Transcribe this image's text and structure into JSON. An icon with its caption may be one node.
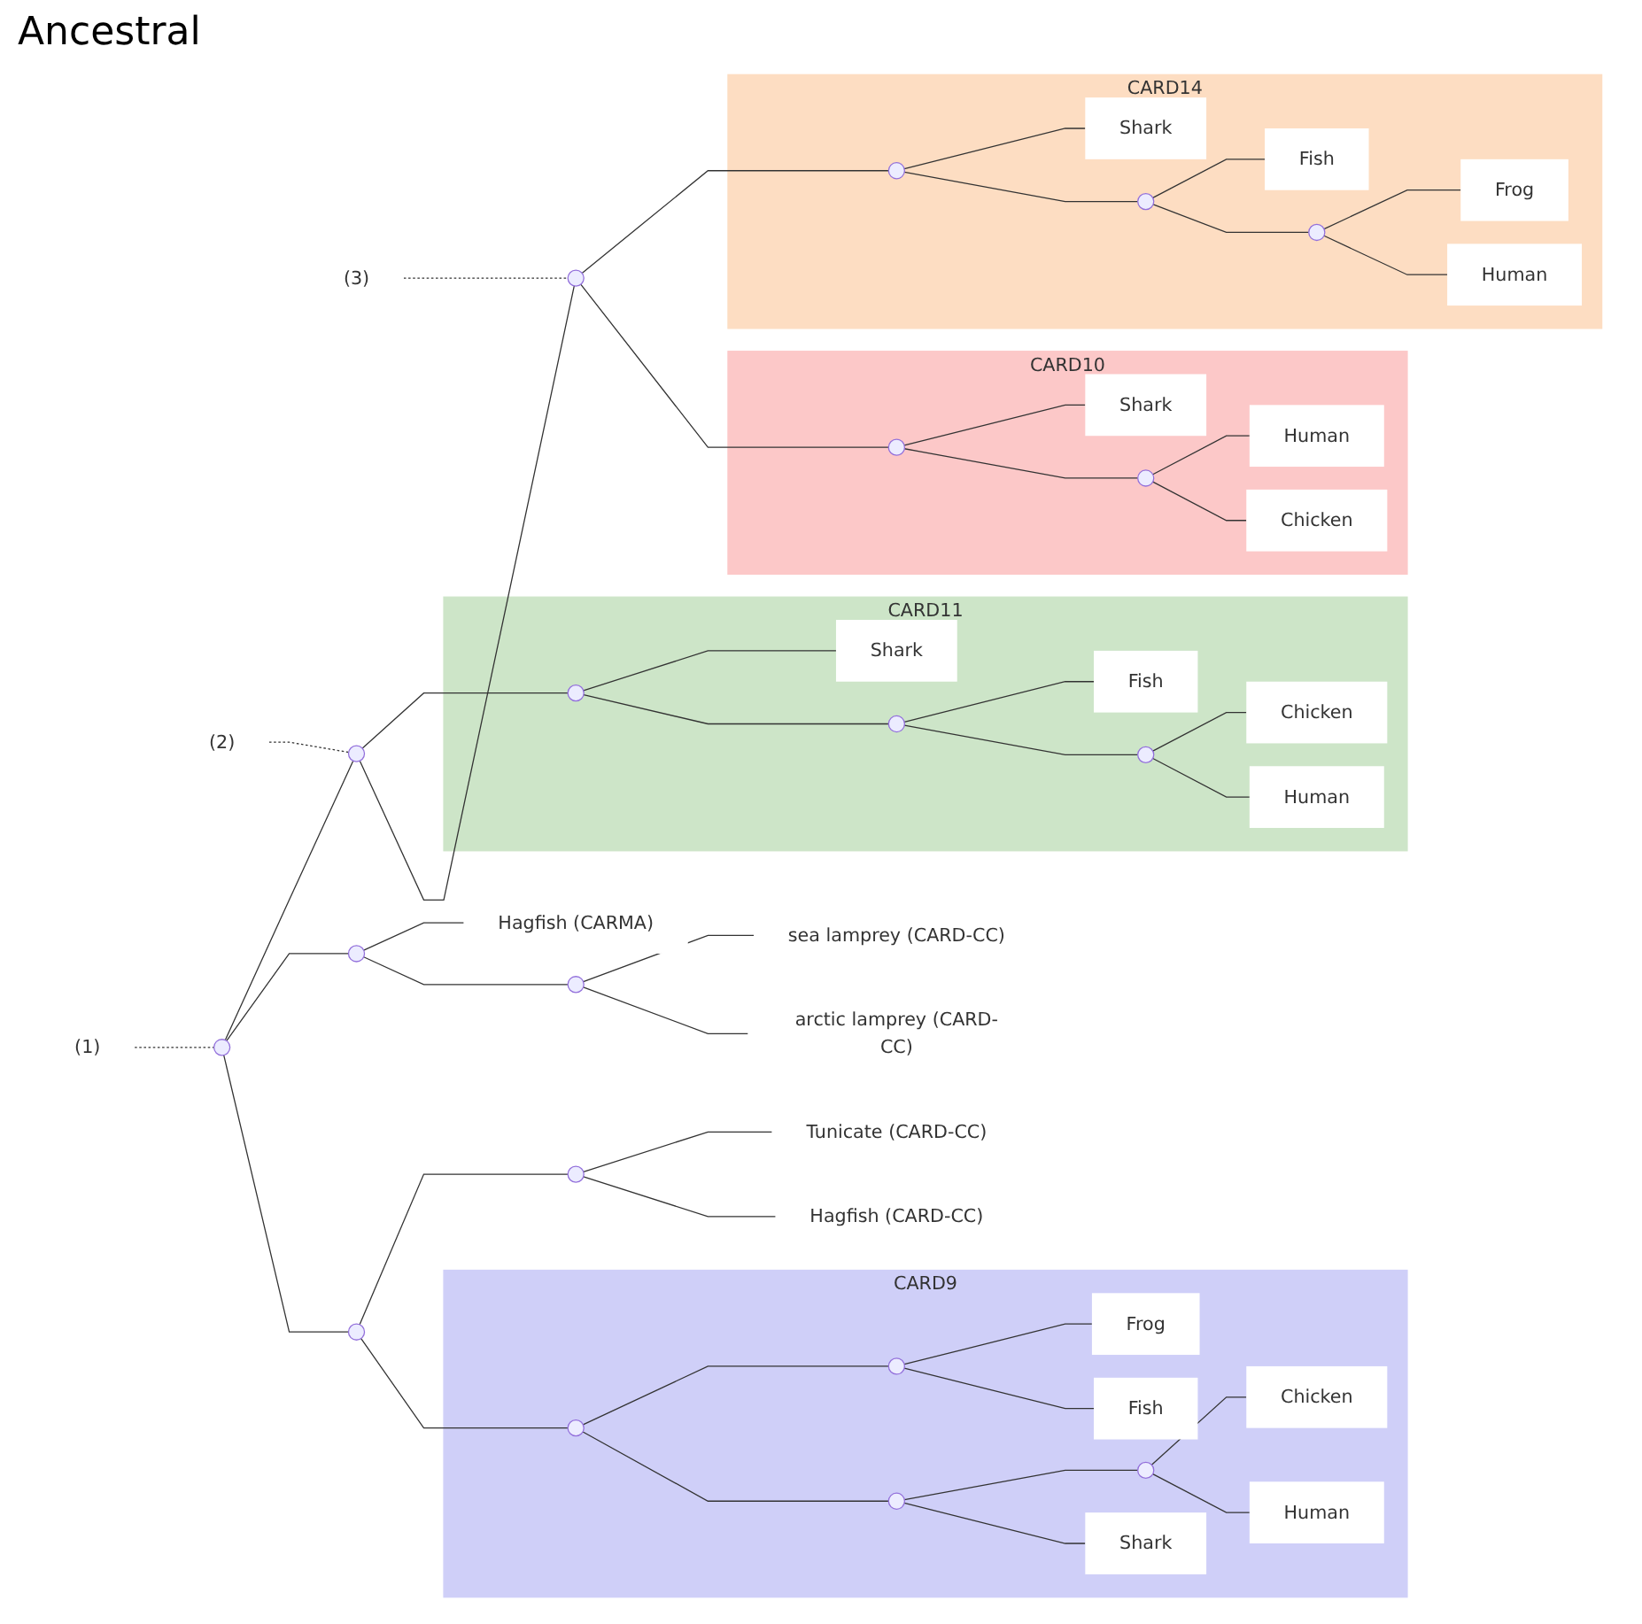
{
  "diagram": {
    "nodes": [
      {
        "text": [
          "CARD10"
        ]
      },
      {
        "text": [],
        "shape": "circle",
        "in": 0
      },
      {
        "text": [],
        "shape": "circle",
        "in": 0
      },
      {
        "text": [
          "Shark"
        ],
        "in": 0
      },
      {
        "text": [
          "Chicken"
        ],
        "in": 0
      },
      {
        "text": [
          "Human"
        ],
        "in": 0
      },
      {
        "text": [
          "CARD14"
        ]
      },
      {
        "text": [],
        "shape": "circle",
        "in": 6
      },
      {
        "text": [],
        "shape": "circle",
        "in": 6
      },
      {
        "text": [],
        "shape": "circle",
        "in": 6
      },
      {
        "text": [
          "Human"
        ],
        "in": 6
      },
      {
        "text": [
          "Frog"
        ],
        "in": 6
      },
      {
        "text": [
          "Fish"
        ],
        "in": 6
      },
      {
        "text": [
          "Shark"
        ],
        "in": 6
      },
      {
        "text": [
          "CARD9"
        ]
      },
      {
        "text": [],
        "shape": "circle",
        "in": 14
      },
      {
        "text": [],
        "shape": "circle",
        "in": 14
      },
      {
        "text": [],
        "shape": "circle",
        "in": 14
      },
      {
        "text": [
          "Fish"
        ],
        "in": 14
      },
      {
        "text": [
          "Frog"
        ],
        "in": 14
      },
      {
        "text": [],
        "shape": "circle",
        "in": 14
      },
      {
        "text": [
          "Human"
        ],
        "in": 14
      },
      {
        "text": [
          "Chicken"
        ],
        "in": 14
      },
      {
        "text": [
          "Shark"
        ],
        "in": 14
      },
      {
        "text": [],
        "shape": "circle"
      },
      {
        "text": [
          "(3)"
        ]
      },
      {
        "text": [],
        "shape": "circle"
      },
      {
        "text": [
          "(2)"
        ]
      },
      {
        "text": [],
        "shape": "circle"
      },
      {
        "text": [
          "(1)"
        ]
      },
      {
        "text": [],
        "shape": "circle"
      },
      {
        "text": [],
        "shape": "circle"
      },
      {
        "text": [
          "Hagfish (CARD-CC)"
        ]
      },
      {
        "text": [
          "Tunicate (CARD-CC)"
        ]
      },
      {
        "text": [],
        "shape": "circle"
      },
      {
        "text": [],
        "shape": "circle"
      },
      {
        "text": [
          "arctic lamprey (CARD-CC)"
        ]
      },
      {
        "text": [
          "sea lamprey (CARD-CC)"
        ]
      },
      {
        "text": [
          "Hagfish (CARMA)"
        ]
      },
      {
        "text": [
          "CARD11"
        ]
      },
      {
        "text": [],
        "shape": "circle",
        "in": 39
      },
      {
        "text": [],
        "shape": "circle",
        "in": 39
      },
      {
        "text": [],
        "shape": "circle",
        "in": 39
      },
      {
        "text": [
          "Shark"
        ],
        "in": 39
      },
      {
        "text": [
          "Fish"
        ],
        "in": 39
      },
      {
        "text": [
          "Human"
        ],
        "in": 39
      },
      {
        "text": [
          "Chicken"
        ],
        "in": 39
      }
    ],
    "edges": [
      {
        "from": 28,
        "to": 30,
        "arrow": "none"
      },
      {
        "from": 28,
        "to": 34,
        "arrow": "none"
      },
      {
        "from": 28,
        "to": 26,
        "arrow": "none"
      },
      {
        "from": 30,
        "to": 15,
        "arrow": "none"
      },
      {
        "from": 30,
        "to": 31,
        "arrow": "none"
      },
      {
        "from": 31,
        "to": 32,
        "arrow": "none"
      },
      {
        "from": 31,
        "to": 33,
        "arrow": "none"
      },
      {
        "from": 15,
        "to": 16,
        "arrow": "none"
      },
      {
        "from": 15,
        "to": 17,
        "arrow": "none"
      },
      {
        "from": 17,
        "to": 18,
        "arrow": "none"
      },
      {
        "from": 17,
        "to": 19,
        "arrow": "none"
      },
      {
        "from": 16,
        "to": 23,
        "arrow": "none"
      },
      {
        "from": 16,
        "to": 20,
        "arrow": "none"
      },
      {
        "from": 20,
        "to": 21,
        "arrow": "none"
      },
      {
        "from": 20,
        "to": 22,
        "arrow": "none"
      },
      {
        "from": 34,
        "to": 35,
        "arrow": "none"
      },
      {
        "from": 34,
        "to": 38,
        "arrow": "none"
      },
      {
        "from": 35,
        "to": 36,
        "arrow": "none"
      },
      {
        "from": 35,
        "to": 37,
        "arrow": "none"
      },
      {
        "from": 26,
        "to": 24,
        "arrow": "none"
      },
      {
        "from": 26,
        "to": 40,
        "arrow": "none"
      },
      {
        "from": 24,
        "to": 1,
        "arrow": "none"
      },
      {
        "from": 24,
        "to": 7,
        "arrow": "none"
      },
      {
        "from": 1,
        "to": 2,
        "arrow": "none"
      },
      {
        "from": 1,
        "to": 3,
        "arrow": "none"
      },
      {
        "from": 2,
        "to": 4,
        "arrow": "none"
      },
      {
        "from": 2,
        "to": 5,
        "arrow": "none"
      },
      {
        "from": 7,
        "to": 8,
        "arrow": "none"
      },
      {
        "from": 7,
        "to": 13,
        "arrow": "none"
      },
      {
        "from": 8,
        "to": 9,
        "arrow": "none"
      },
      {
        "from": 8,
        "to": 12,
        "arrow": "none"
      },
      {
        "from": 9,
        "to": 10,
        "arrow": "none"
      },
      {
        "from": 9,
        "to": 11,
        "arrow": "none"
      },
      {
        "from": 40,
        "to": 41,
        "arrow": "none"
      },
      {
        "from": 40,
        "to": 43,
        "arrow": "none"
      },
      {
        "from": 41,
        "to": 42,
        "arrow": "none"
      },
      {
        "from": 41,
        "to": 44,
        "arrow": "none"
      },
      {
        "from": 42,
        "to": 45,
        "arrow": "none"
      },
      {
        "from": 42,
        "to": 46,
        "arrow": "none"
      },
      {
        "from": 25,
        "to": 24,
        "arrow": "none",
        "style": "dashed"
      },
      {
        "from": 27,
        "to": 26,
        "arrow": "none",
        "style": "dashed"
      },
      {
        "from": 29,
        "to": 28,
        "arrow": "none",
        "style": "dashed"
      }
    ],
    "labels": [
      "Ancestral"
    ]
  }
}
